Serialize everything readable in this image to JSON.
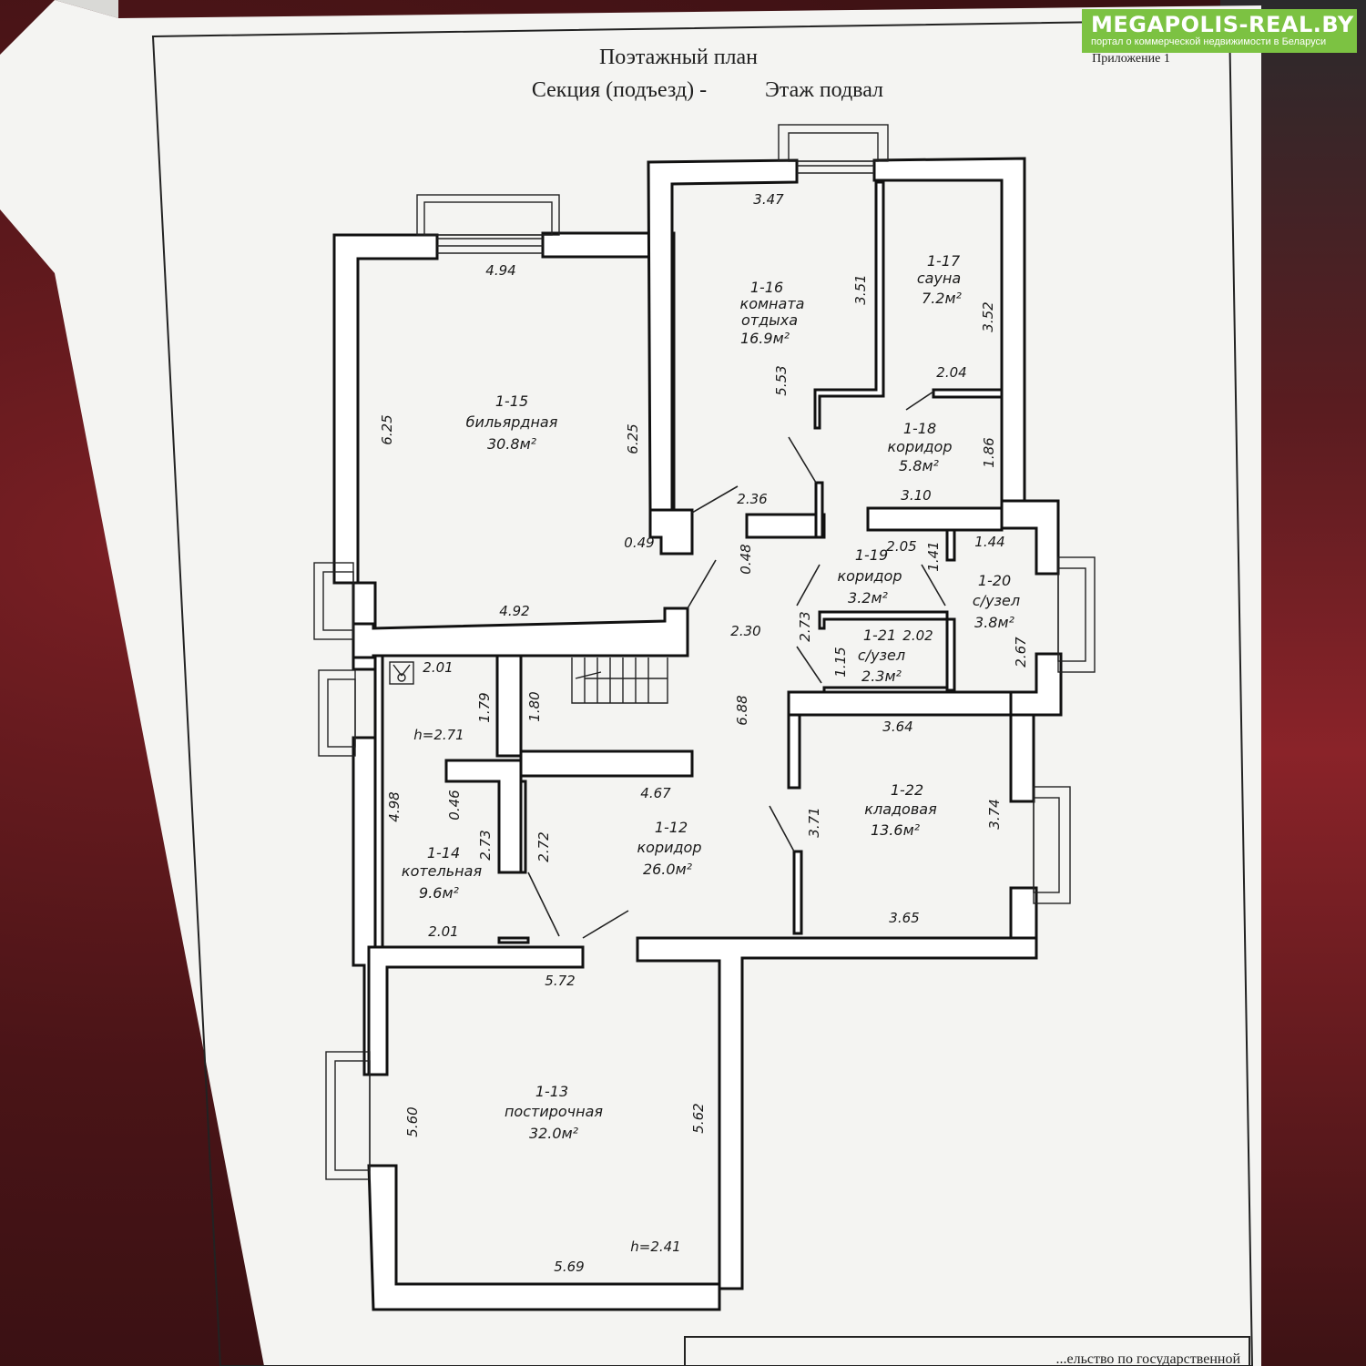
{
  "header": {
    "title": "Поэтажный план",
    "subtitle_section": "Секция (подъезд) -",
    "subtitle_floor": "Этаж подвал",
    "appendix": "Приложение 1"
  },
  "watermark": {
    "brand": "MEGAPOLIS-REAL.BY",
    "tagline": "портал о коммерческой недвижимости в Беларуси"
  },
  "footer_fragment": "...ельство по государственной",
  "rooms": [
    {
      "id": "1-12",
      "name": "коридор",
      "area": "26.0м²"
    },
    {
      "id": "1-13",
      "name": "постирочная",
      "area": "32.0м²"
    },
    {
      "id": "1-14",
      "name": "котельная",
      "area": "9.6м²"
    },
    {
      "id": "1-15",
      "name": "бильярдная",
      "area": "30.8м²"
    },
    {
      "id": "1-16",
      "name": "комната",
      "name2": "отдыха",
      "area": "16.9м²"
    },
    {
      "id": "1-17",
      "name": "сауна",
      "area": "7.2м²"
    },
    {
      "id": "1-18",
      "name": "коридор",
      "area": "5.8м²"
    },
    {
      "id": "1-19",
      "name": "коридор",
      "area": "3.2м²"
    },
    {
      "id": "1-20",
      "name": "с/узел",
      "area": "3.8м²"
    },
    {
      "id": "1-21",
      "name": "с/узел",
      "area": "2.3м²"
    },
    {
      "id": "1-22",
      "name": "кладовая",
      "area": "13.6м²"
    }
  ],
  "heights": [
    "h=2.71",
    "h=2.41"
  ],
  "dimensions": [
    "3.47",
    "4.94",
    "3.51",
    "3.52",
    "2.04",
    "5.53",
    "6.25",
    "6.25",
    "1.86",
    "3.10",
    "2.36",
    "0.49",
    "0.48",
    "2.05",
    "1.41",
    "1.44",
    "4.92",
    "2.73",
    "2.30",
    "2.02",
    "1.15",
    "2.67",
    "2.01",
    "1.79",
    "1.80",
    "6.88",
    "3.64",
    "4.67",
    "0.46",
    "4.98",
    "2.73",
    "2.72",
    "3.71",
    "3.74",
    "2.01",
    "3.65",
    "5.72",
    "5.60",
    "5.62",
    "5.69"
  ]
}
